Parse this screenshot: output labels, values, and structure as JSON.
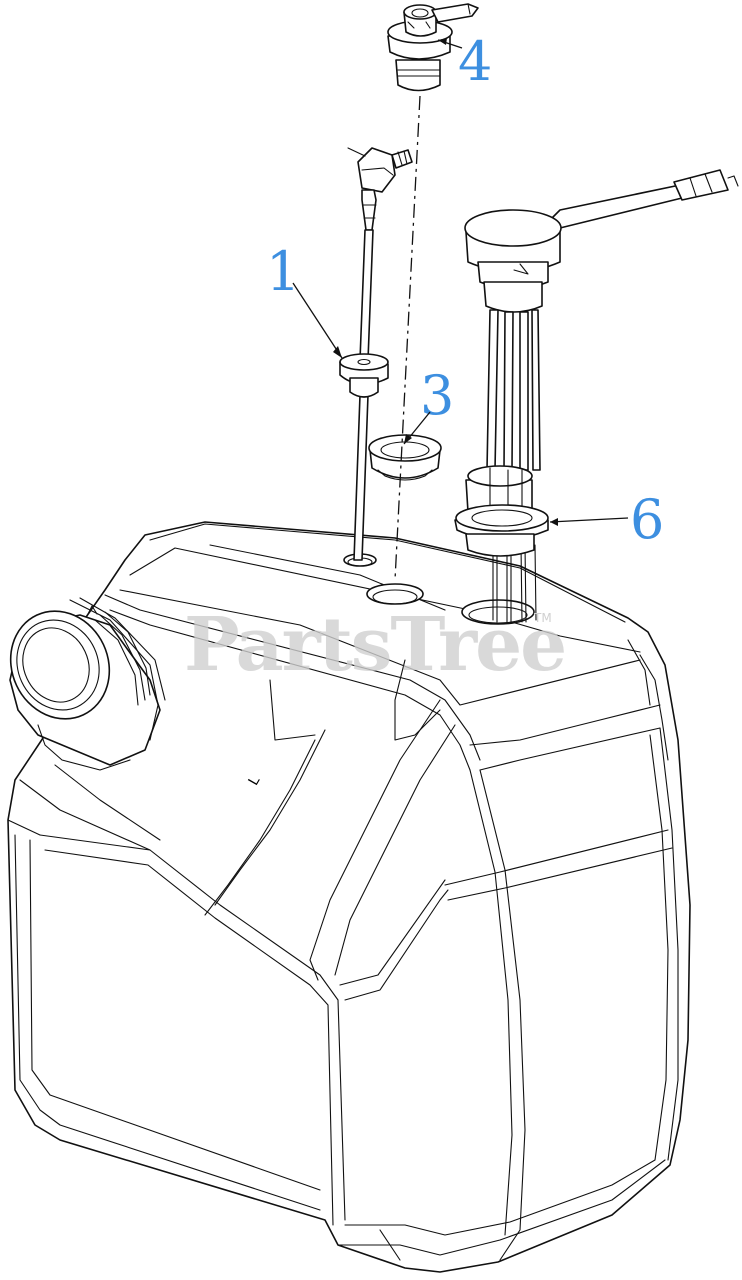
{
  "callouts": [
    {
      "id": "1",
      "label": "1"
    },
    {
      "id": "3",
      "label": "3"
    },
    {
      "id": "4",
      "label": "4"
    },
    {
      "id": "6",
      "label": "6"
    }
  ],
  "watermark": {
    "text": "PartsTree",
    "tm": "TM"
  },
  "tank_mark": "L",
  "colors": {
    "callout": "#3d8fe0",
    "line": "#111111",
    "watermark": "#d0d0d0"
  }
}
